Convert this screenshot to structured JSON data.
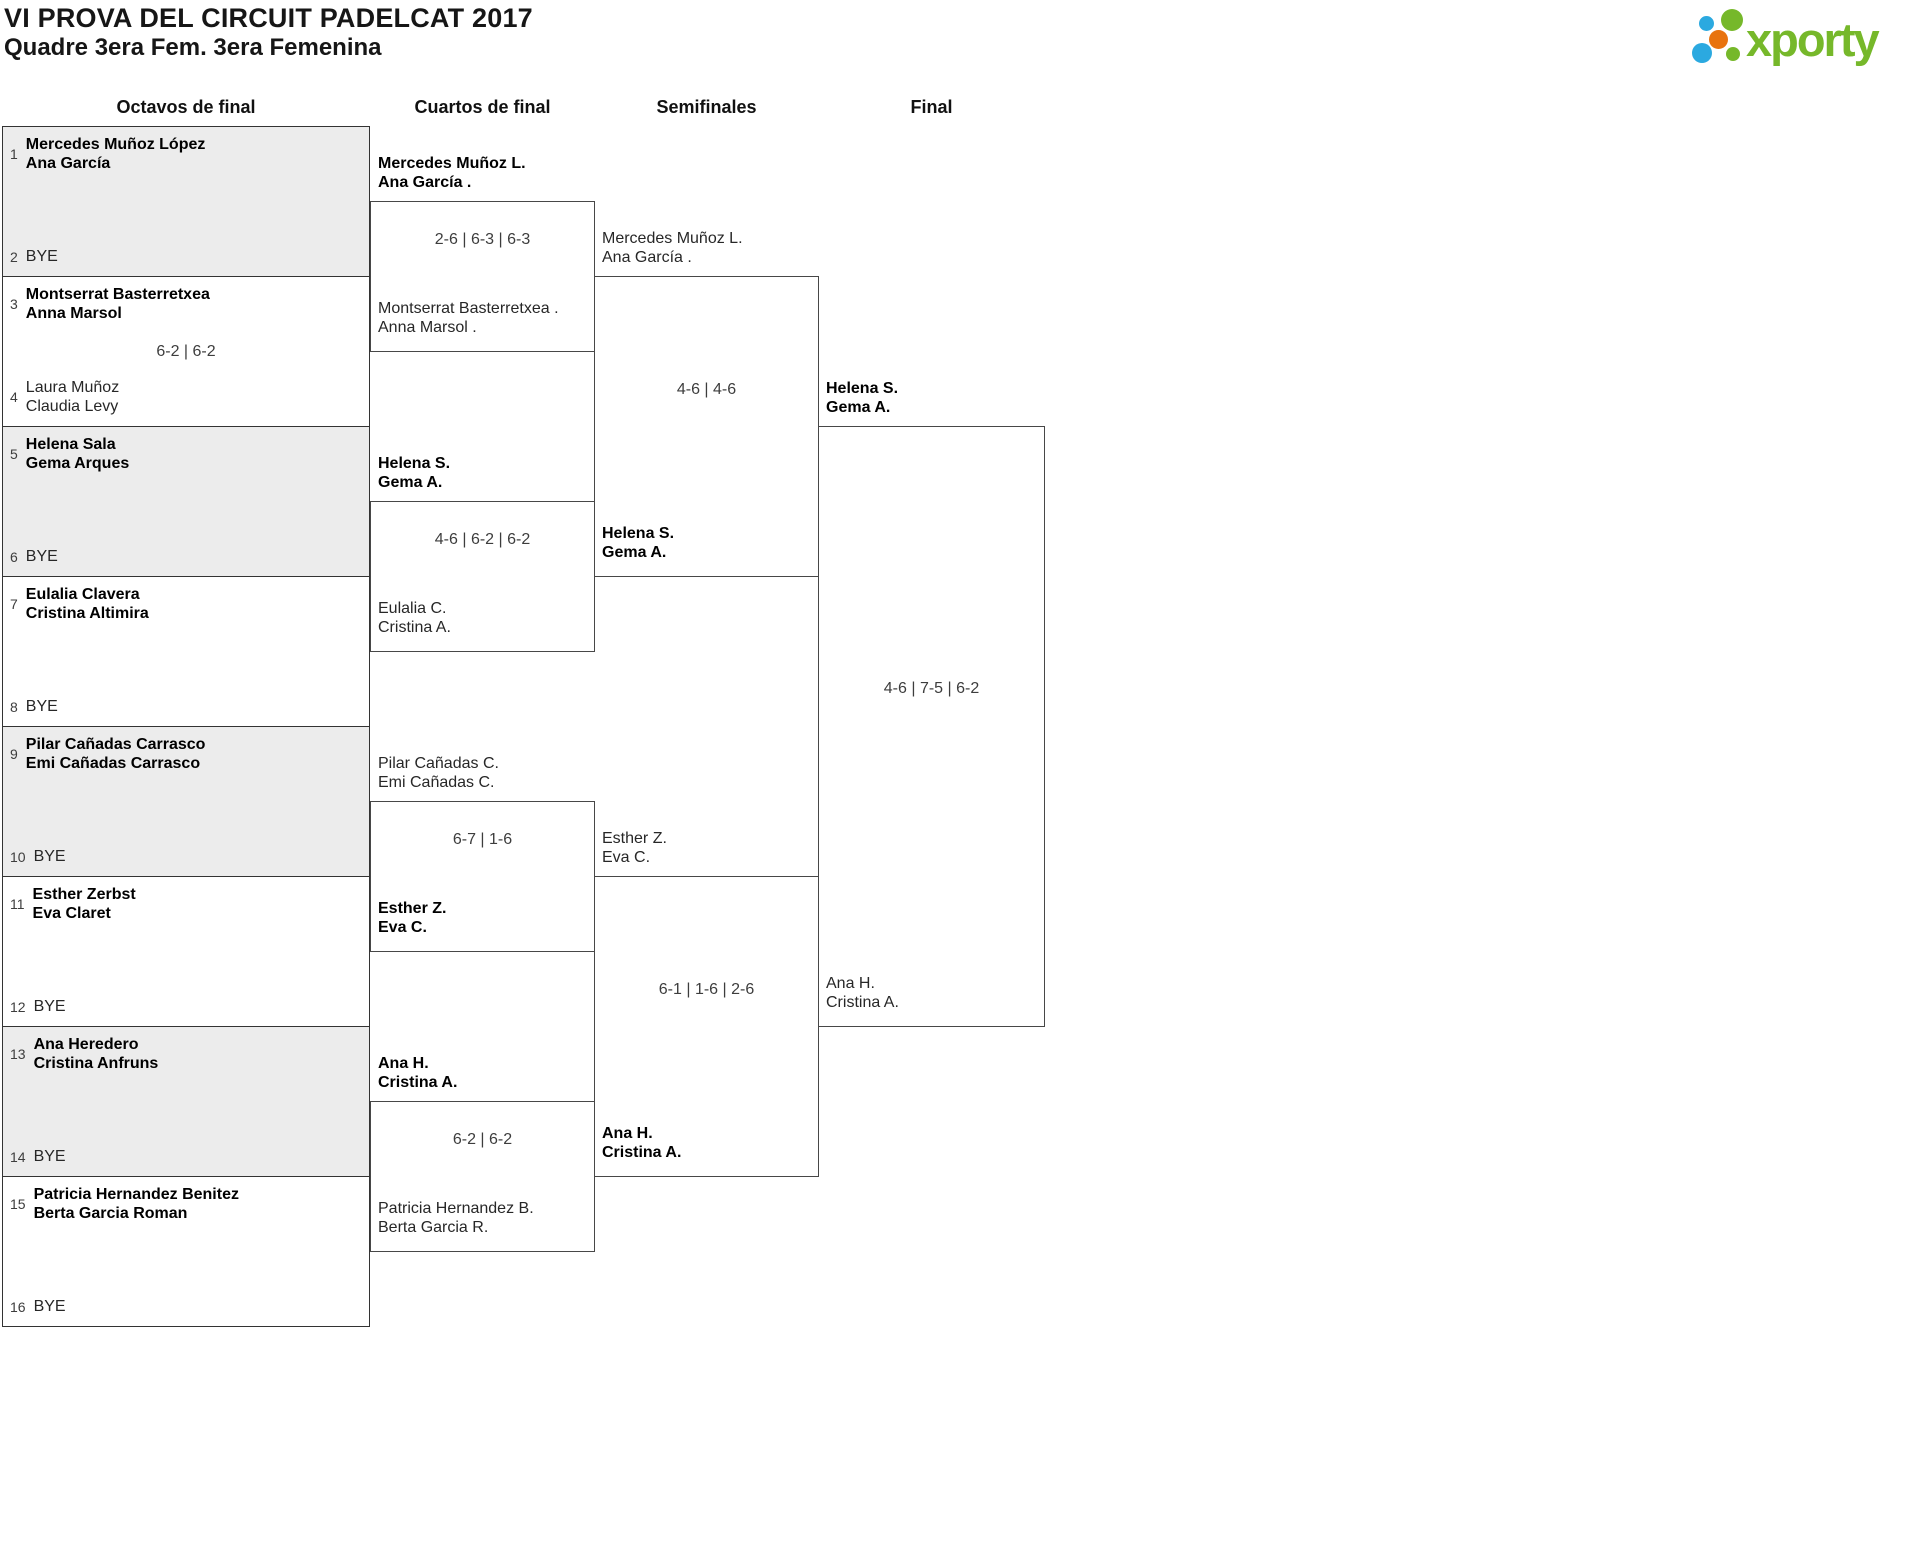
{
  "page": {
    "title": "VI PROVA DEL CIRCUIT PADELCAT 2017",
    "subtitle": "Quadre 3era Fem. 3era Femenina"
  },
  "logo": {
    "brand": "xporty",
    "colors": {
      "green": "#76B82A",
      "blue": "#2BA9E0",
      "orange": "#E8730E"
    }
  },
  "columns": {
    "r16": "Octavos de final",
    "qf": "Cuartos de final",
    "sf": "Semifinales",
    "final": "Final"
  },
  "bracket": {
    "r16": [
      {
        "top_num": "1",
        "top1": "Mercedes Muñoz López",
        "top2": "Ana García",
        "top_bold": true,
        "score": "",
        "bot_num": "2",
        "bot1": "BYE",
        "bot2": "",
        "bot_bold": false
      },
      {
        "top_num": "3",
        "top1": "Montserrat Basterretxea",
        "top2": "Anna Marsol",
        "top_bold": true,
        "score": "6-2 | 6-2",
        "bot_num": "4",
        "bot1": "Laura Muñoz",
        "bot2": "Claudia Levy",
        "bot_bold": false
      },
      {
        "top_num": "5",
        "top1": "Helena Sala",
        "top2": "Gema Arques",
        "top_bold": true,
        "score": "",
        "bot_num": "6",
        "bot1": "BYE",
        "bot2": "",
        "bot_bold": false
      },
      {
        "top_num": "7",
        "top1": "Eulalia Clavera",
        "top2": "Cristina Altimira",
        "top_bold": true,
        "score": "",
        "bot_num": "8",
        "bot1": "BYE",
        "bot2": "",
        "bot_bold": false
      },
      {
        "top_num": "9",
        "top1": "Pilar Cañadas Carrasco",
        "top2": "Emi Cañadas Carrasco",
        "top_bold": true,
        "score": "",
        "bot_num": "10",
        "bot1": "BYE",
        "bot2": "",
        "bot_bold": false
      },
      {
        "top_num": "11",
        "top1": "Esther Zerbst",
        "top2": "Eva Claret",
        "top_bold": true,
        "score": "",
        "bot_num": "12",
        "bot1": "BYE",
        "bot2": "",
        "bot_bold": false
      },
      {
        "top_num": "13",
        "top1": "Ana Heredero",
        "top2": "Cristina Anfruns",
        "top_bold": true,
        "score": "",
        "bot_num": "14",
        "bot1": "BYE",
        "bot2": "",
        "bot_bold": false
      },
      {
        "top_num": "15",
        "top1": "Patricia Hernandez Benitez",
        "top2": "Berta Garcia Roman",
        "top_bold": true,
        "score": "",
        "bot_num": "16",
        "bot1": "BYE",
        "bot2": "",
        "bot_bold": false
      }
    ],
    "qf": [
      {
        "top1": "Mercedes Muñoz L.",
        "top2": "Ana García .",
        "top_bold": true,
        "score": "2-6 | 6-3 | 6-3",
        "bot1": "Montserrat Basterretxea .",
        "bot2": "Anna Marsol .",
        "bot_bold": false
      },
      {
        "top1": "Helena S.",
        "top2": "Gema A.",
        "top_bold": true,
        "score": "4-6 | 6-2 | 6-2",
        "bot1": "Eulalia C.",
        "bot2": "Cristina A.",
        "bot_bold": false
      },
      {
        "top1": "Pilar Cañadas C.",
        "top2": "Emi Cañadas C.",
        "top_bold": false,
        "score": "6-7 | 1-6",
        "bot1": "Esther Z.",
        "bot2": "Eva C.",
        "bot_bold": true
      },
      {
        "top1": "Ana H.",
        "top2": "Cristina A.",
        "top_bold": true,
        "score": "6-2 | 6-2",
        "bot1": "Patricia Hernandez B.",
        "bot2": "Berta Garcia R.",
        "bot_bold": false
      }
    ],
    "sf": [
      {
        "top1": "Mercedes Muñoz L.",
        "top2": "Ana García .",
        "top_bold": false,
        "score": "4-6 | 4-6",
        "bot1": "Helena S.",
        "bot2": "Gema A.",
        "bot_bold": true
      },
      {
        "top1": "Esther Z.",
        "top2": "Eva C.",
        "top_bold": false,
        "score": "6-1 | 1-6 | 2-6",
        "bot1": "Ana H.",
        "bot2": "Cristina A.",
        "bot_bold": true
      }
    ],
    "final": [
      {
        "top1": "Helena S.",
        "top2": "Gema A.",
        "top_bold": true,
        "score": "4-6 | 7-5 | 6-2",
        "bot1": "Ana H.",
        "bot2": "Cristina A.",
        "bot_bold": false
      }
    ]
  }
}
